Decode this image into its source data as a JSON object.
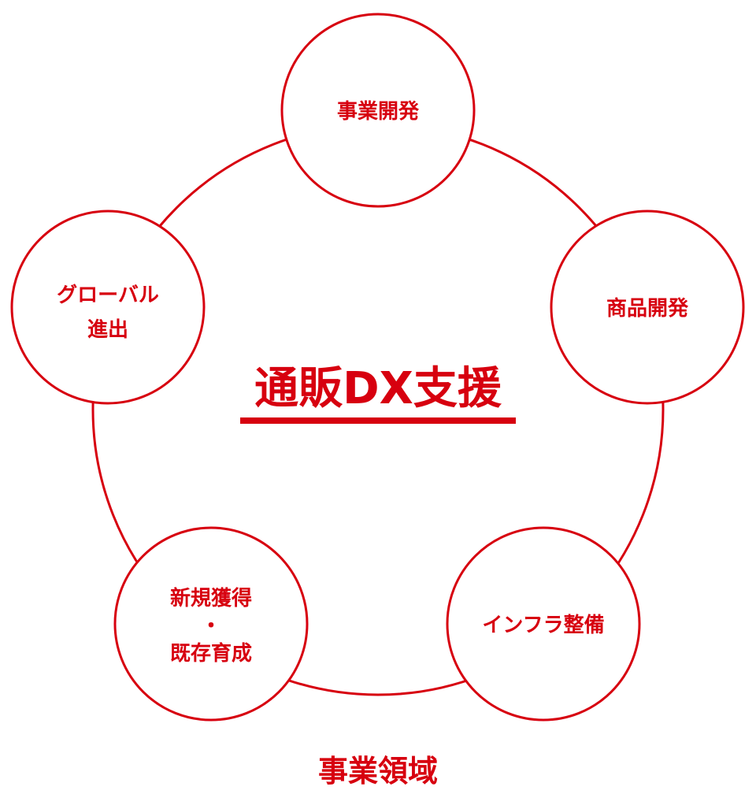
{
  "colors": {
    "accent": "#d7000f",
    "background": "#ffffff"
  },
  "center": {
    "title": "通販DX支援"
  },
  "nodes": [
    {
      "id": "business-development",
      "lines": [
        "事業開発"
      ]
    },
    {
      "id": "product-development",
      "lines": [
        "商品開発"
      ]
    },
    {
      "id": "infrastructure",
      "lines": [
        "インフラ整備"
      ]
    },
    {
      "id": "acquisition-retention",
      "lines": [
        "新規獲得",
        "・",
        "既存育成"
      ]
    },
    {
      "id": "global-expansion",
      "lines": [
        "グローバル",
        "進出"
      ]
    }
  ],
  "footer": {
    "label": "事業領域"
  }
}
